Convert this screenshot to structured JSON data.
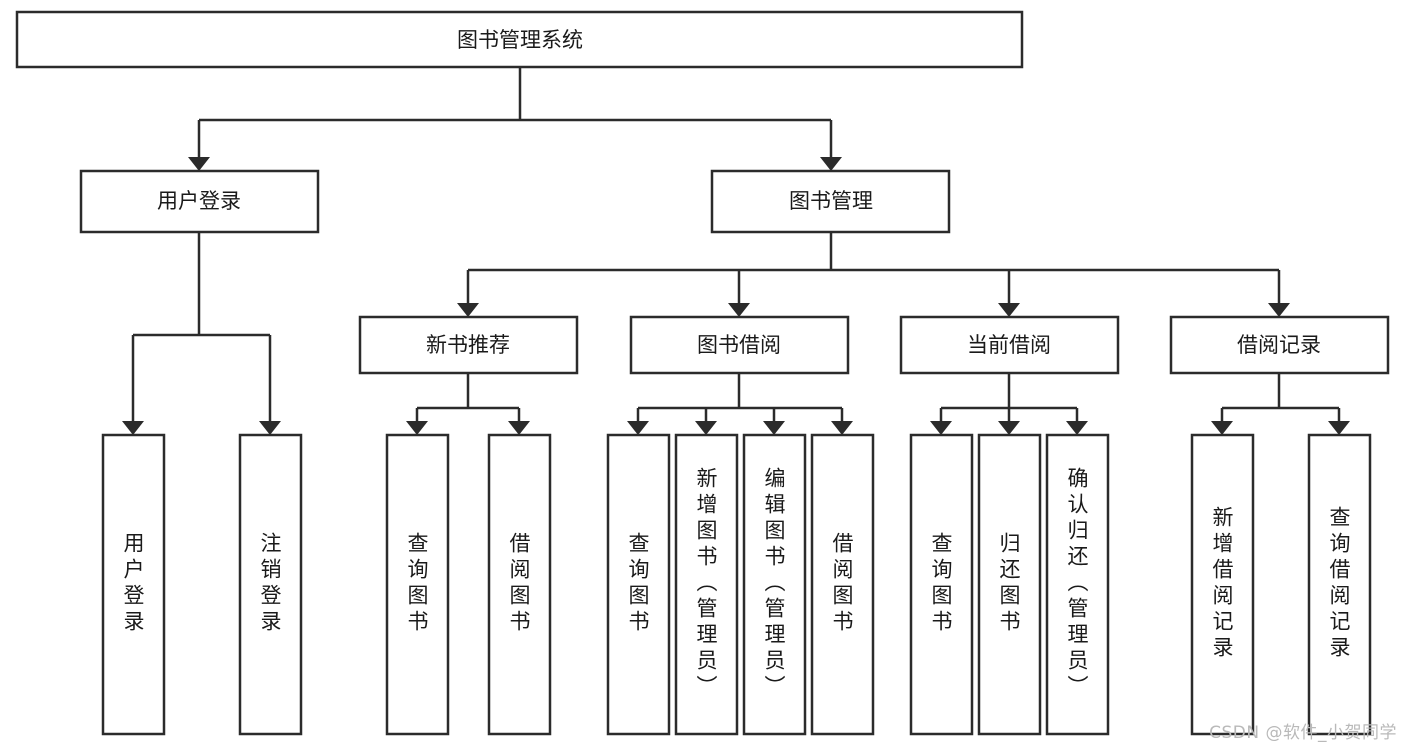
{
  "diagram": {
    "type": "tree-hierarchy",
    "title": "图书管理系统",
    "watermark": "CSDN @软件_小贺同学",
    "root": {
      "id": "root",
      "label": "图书管理系统",
      "orientation": "horizontal"
    },
    "level2": [
      {
        "id": "user-login",
        "label": "用户登录",
        "orientation": "horizontal"
      },
      {
        "id": "book-manage",
        "label": "图书管理",
        "orientation": "horizontal"
      }
    ],
    "level3": [
      {
        "id": "new-book-recommend",
        "label": "新书推荐",
        "orientation": "horizontal",
        "parent": "book-manage"
      },
      {
        "id": "book-borrow",
        "label": "图书借阅",
        "orientation": "horizontal",
        "parent": "book-manage"
      },
      {
        "id": "current-borrow",
        "label": "当前借阅",
        "orientation": "horizontal",
        "parent": "book-manage"
      },
      {
        "id": "borrow-record",
        "label": "借阅记录",
        "orientation": "horizontal",
        "parent": "book-manage"
      }
    ],
    "leaves": [
      {
        "id": "leaf-user-login",
        "label": "用户登录",
        "parent": "user-login",
        "orientation": "vertical"
      },
      {
        "id": "leaf-logout-login",
        "label": "注销登录",
        "parent": "user-login",
        "orientation": "vertical"
      },
      {
        "id": "leaf-query-book-1",
        "label": "查询图书",
        "parent": "new-book-recommend",
        "orientation": "vertical"
      },
      {
        "id": "leaf-borrow-book-1",
        "label": "借阅图书",
        "parent": "new-book-recommend",
        "orientation": "vertical"
      },
      {
        "id": "leaf-query-book-2",
        "label": "查询图书",
        "parent": "book-borrow",
        "orientation": "vertical"
      },
      {
        "id": "leaf-add-book",
        "label": "新增图书（管理员）",
        "parent": "book-borrow",
        "orientation": "vertical"
      },
      {
        "id": "leaf-edit-book",
        "label": "编辑图书（管理员）",
        "parent": "book-borrow",
        "orientation": "vertical"
      },
      {
        "id": "leaf-borrow-book-2",
        "label": "借阅图书",
        "parent": "book-borrow",
        "orientation": "vertical"
      },
      {
        "id": "leaf-query-book-3",
        "label": "查询图书",
        "parent": "current-borrow",
        "orientation": "vertical"
      },
      {
        "id": "leaf-return-book",
        "label": "归还图书",
        "parent": "current-borrow",
        "orientation": "vertical"
      },
      {
        "id": "leaf-confirm-return",
        "label": "确认归还（管理员）",
        "parent": "current-borrow",
        "orientation": "vertical"
      },
      {
        "id": "leaf-add-record",
        "label": "新增借阅记录",
        "parent": "borrow-record",
        "orientation": "vertical"
      },
      {
        "id": "leaf-query-record",
        "label": "查询借阅记录",
        "parent": "borrow-record",
        "orientation": "vertical"
      }
    ],
    "colors": {
      "stroke": "#2b2b2b",
      "fill": "#ffffff",
      "text": "#1a1a1a",
      "watermark": "#b9b9b9"
    }
  }
}
